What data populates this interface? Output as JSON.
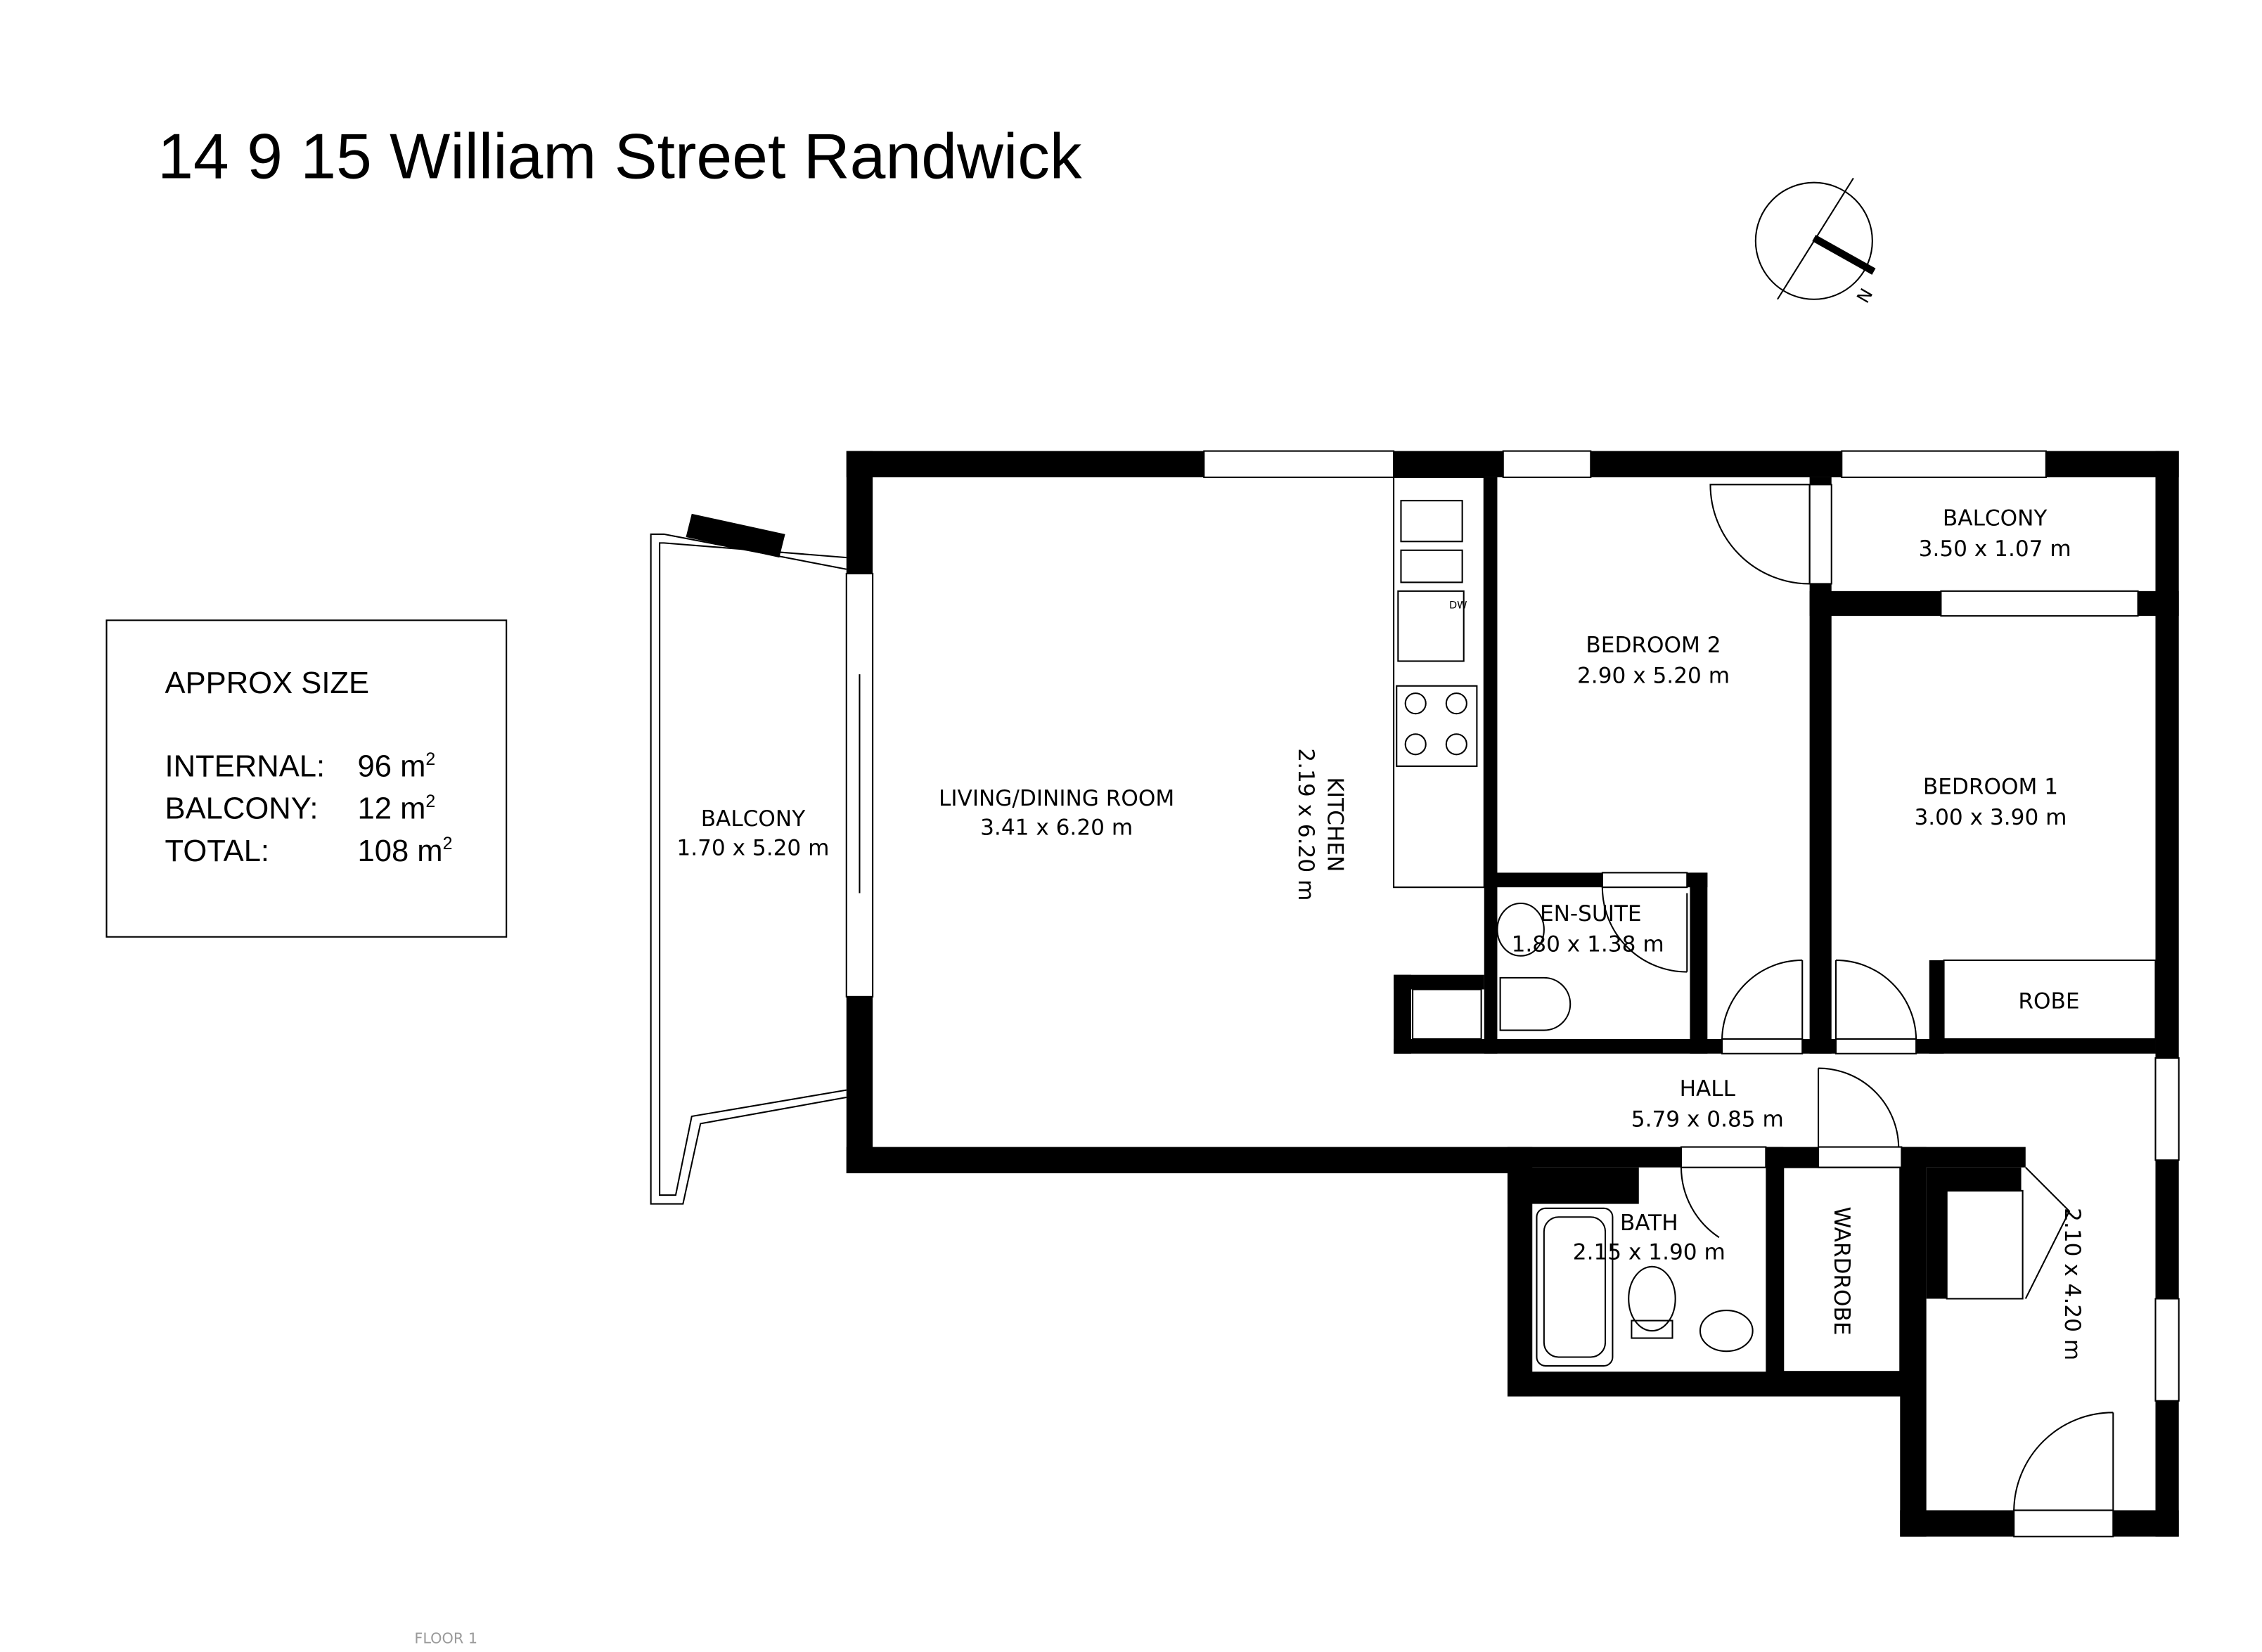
{
  "title": "14 9 15 William Street Randwick",
  "compass": {
    "label": "N"
  },
  "size_box": {
    "heading": "APPROX SIZE",
    "rows": [
      {
        "label": "INTERNAL:",
        "value": "96 m",
        "unit_sup": "2"
      },
      {
        "label": "BALCONY:",
        "value": "12 m",
        "unit_sup": "2"
      },
      {
        "label": "TOTAL:",
        "value": "108 m",
        "unit_sup": "2"
      }
    ]
  },
  "rooms": {
    "balcony_left": {
      "name": "BALCONY",
      "dims": "1.70 x 5.20 m"
    },
    "living": {
      "name": "LIVING/DINING ROOM",
      "dims": "3.41 x 6.20 m"
    },
    "kitchen": {
      "name": "KITCHEN",
      "dims": "2.19 x 6.20 m",
      "appliance": "DW"
    },
    "bedroom2": {
      "name": "BEDROOM 2",
      "dims": "2.90 x 5.20 m"
    },
    "balcony_right": {
      "name": "BALCONY",
      "dims": "3.50 x 1.07 m"
    },
    "bedroom1": {
      "name": "BEDROOM 1",
      "dims": "3.00 x 3.90 m"
    },
    "ensuite": {
      "name": "EN-SUITE",
      "dims": "1.80 x 1.38 m"
    },
    "robe": {
      "name": "ROBE"
    },
    "hall": {
      "name": "HALL",
      "dims": "5.79 x 0.85 m"
    },
    "bath": {
      "name": "BATH",
      "dims": "2.15 x 1.90 m"
    },
    "wardrobe": {
      "name": "WARDROBE"
    },
    "entry": {
      "dims": "2.10 x 4.20 m"
    }
  },
  "footer": "FLOOR 1"
}
